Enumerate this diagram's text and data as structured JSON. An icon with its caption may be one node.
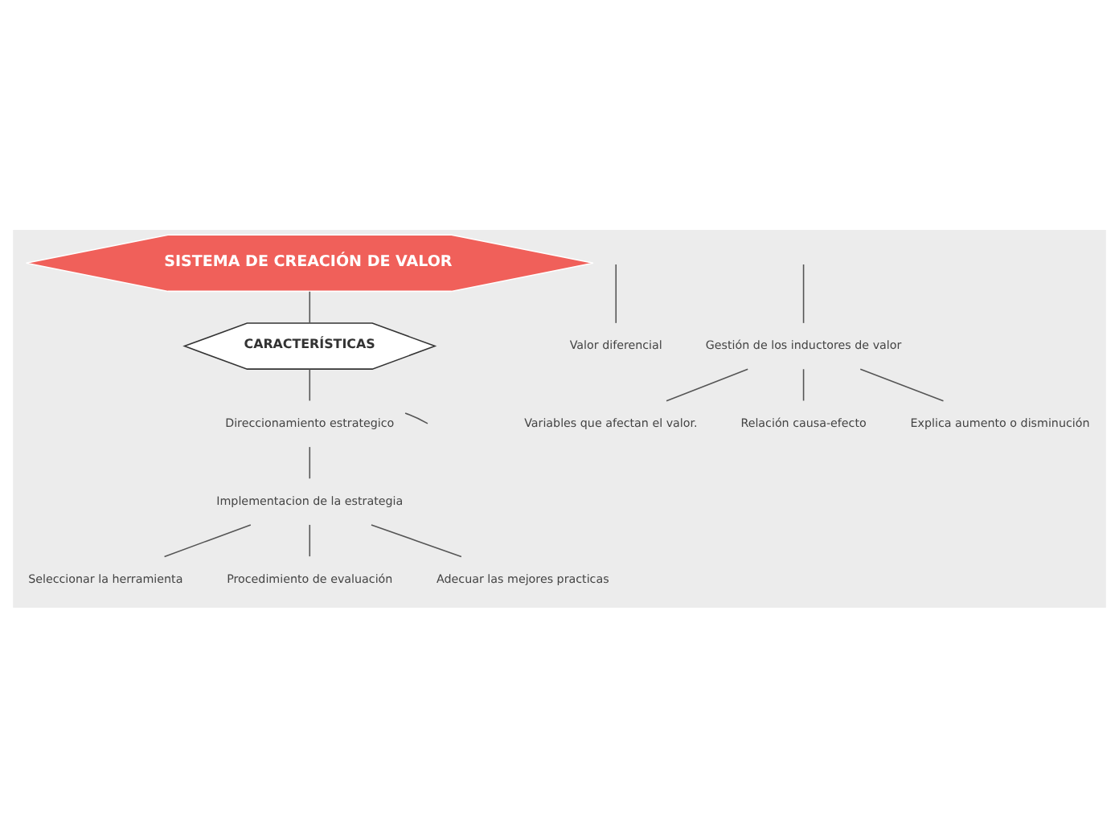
{
  "diagram": {
    "nodes": [
      {
        "text": [
          "SISTEMA DE CREACIÓN DE VALOR"
        ]
      },
      {
        "text": [
          "CARACTERÍSTICAS"
        ]
      },
      {
        "text": [
          "Direccionamiento estrategico"
        ]
      },
      {
        "text": [
          "Implementacion de la estrategia"
        ]
      },
      {
        "text": [
          "Valor diferencial"
        ]
      },
      {
        "text": [
          "Seleccionar la herramienta"
        ]
      },
      {
        "text": [
          "Procedimiento de evaluación"
        ]
      },
      {
        "text": [
          "Adecuar las mejores practicas"
        ]
      },
      {
        "text": [
          "Gestión de los inductores de valor"
        ]
      },
      {
        "text": [
          "Variables que afectan el valor."
        ]
      },
      {
        "text": [
          "Relación causa-efecto"
        ]
      },
      {
        "text": [
          "Explica aumento o disminución"
        ]
      }
    ],
    "edges": [
      {
        "from": 0,
        "to": 1,
        "arrow": "none"
      },
      {
        "from": 1,
        "to": 2,
        "arrow": "none"
      },
      {
        "from": 2,
        "to": null,
        "arrow": "none"
      },
      {
        "from": 2,
        "to": 3,
        "arrow": "none"
      },
      {
        "from": null,
        "to": 4,
        "arrow": "none"
      },
      {
        "from": 3,
        "to": 5,
        "arrow": "none"
      },
      {
        "from": 3,
        "to": 6,
        "arrow": "none"
      },
      {
        "from": 3,
        "to": 7,
        "arrow": "none"
      },
      {
        "from": null,
        "to": 8,
        "arrow": "none"
      },
      {
        "from": 8,
        "to": 9,
        "arrow": "none"
      },
      {
        "from": 8,
        "to": 10,
        "arrow": "none"
      },
      {
        "from": 8,
        "to": 11,
        "arrow": "none"
      }
    ]
  }
}
